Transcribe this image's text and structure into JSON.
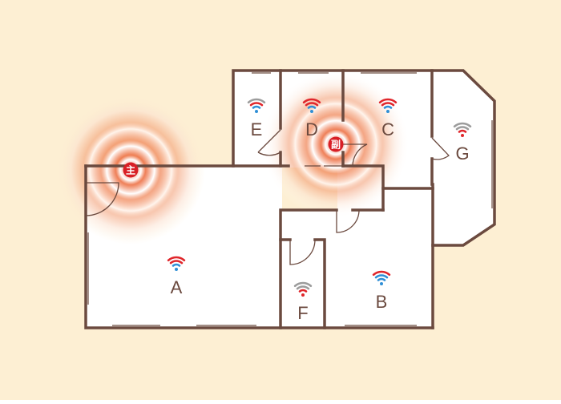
{
  "colors": {
    "background": "#fdefd3",
    "wall": "#6b4a3f",
    "floor": "#ffffff",
    "signal_red": "#e0262b",
    "signal_blue": "#2f8fd6",
    "signal_gray": "#9c9c9c",
    "router_badge": "#d81f26",
    "label": "#6b4a3f"
  },
  "routers": [
    {
      "label": "主",
      "role": "main"
    },
    {
      "label": "副",
      "role": "secondary"
    }
  ],
  "rooms": [
    {
      "label": "A",
      "strength_bars": 3,
      "bar_colors": [
        "red",
        "red",
        "blue"
      ]
    },
    {
      "label": "B",
      "strength_bars": 3,
      "bar_colors": [
        "red",
        "blue",
        "blue"
      ]
    },
    {
      "label": "C",
      "strength_bars": 3,
      "bar_colors": [
        "red",
        "red",
        "blue"
      ]
    },
    {
      "label": "D",
      "strength_bars": 3,
      "bar_colors": [
        "red",
        "red",
        "blue"
      ]
    },
    {
      "label": "E",
      "strength_bars": 3,
      "bar_colors": [
        "gray",
        "red",
        "blue"
      ]
    },
    {
      "label": "F",
      "strength_bars": 3,
      "bar_colors": [
        "gray",
        "gray",
        "red"
      ]
    },
    {
      "label": "G",
      "strength_bars": 3,
      "bar_colors": [
        "gray",
        "gray",
        "red"
      ]
    }
  ]
}
